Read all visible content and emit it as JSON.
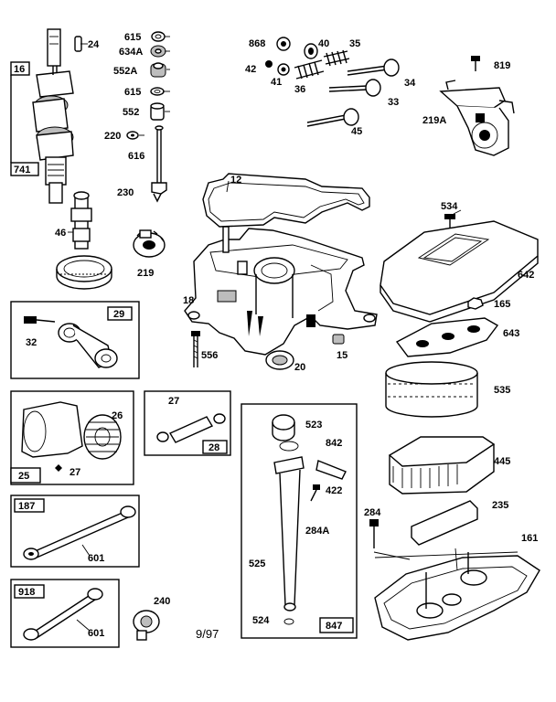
{
  "labels": {
    "p16": "16",
    "p24": "24",
    "p741": "741",
    "p615a": "615",
    "p634A": "634A",
    "p552A": "552A",
    "p615b": "615",
    "p552": "552",
    "p220": "220",
    "p616": "616",
    "p230": "230",
    "p46": "46",
    "p219": "219",
    "p868": "868",
    "p40": "40",
    "p35": "35",
    "p42": "42",
    "p41": "41",
    "p36": "36",
    "p34": "34",
    "p33": "33",
    "p45": "45",
    "p819": "819",
    "p219A": "219A",
    "p12": "12",
    "p534": "534",
    "p642": "642",
    "p165": "165",
    "p643": "643",
    "p18": "18",
    "p556": "556",
    "p20": "20",
    "p15": "15",
    "p29": "29",
    "p32": "32",
    "p26": "26",
    "p25": "25",
    "p27a": "27",
    "p27b": "27",
    "p28": "28",
    "p523": "523",
    "p842": "842",
    "p422": "422",
    "p284A": "284A",
    "p525": "525",
    "p524": "524",
    "p847": "847",
    "p535": "535",
    "p445": "445",
    "p235": "235",
    "p284": "284",
    "p161": "161",
    "p187": "187",
    "p601a": "601",
    "p918": "918",
    "p601b": "601",
    "p240": "240"
  },
  "footer": {
    "date": "9/97"
  }
}
